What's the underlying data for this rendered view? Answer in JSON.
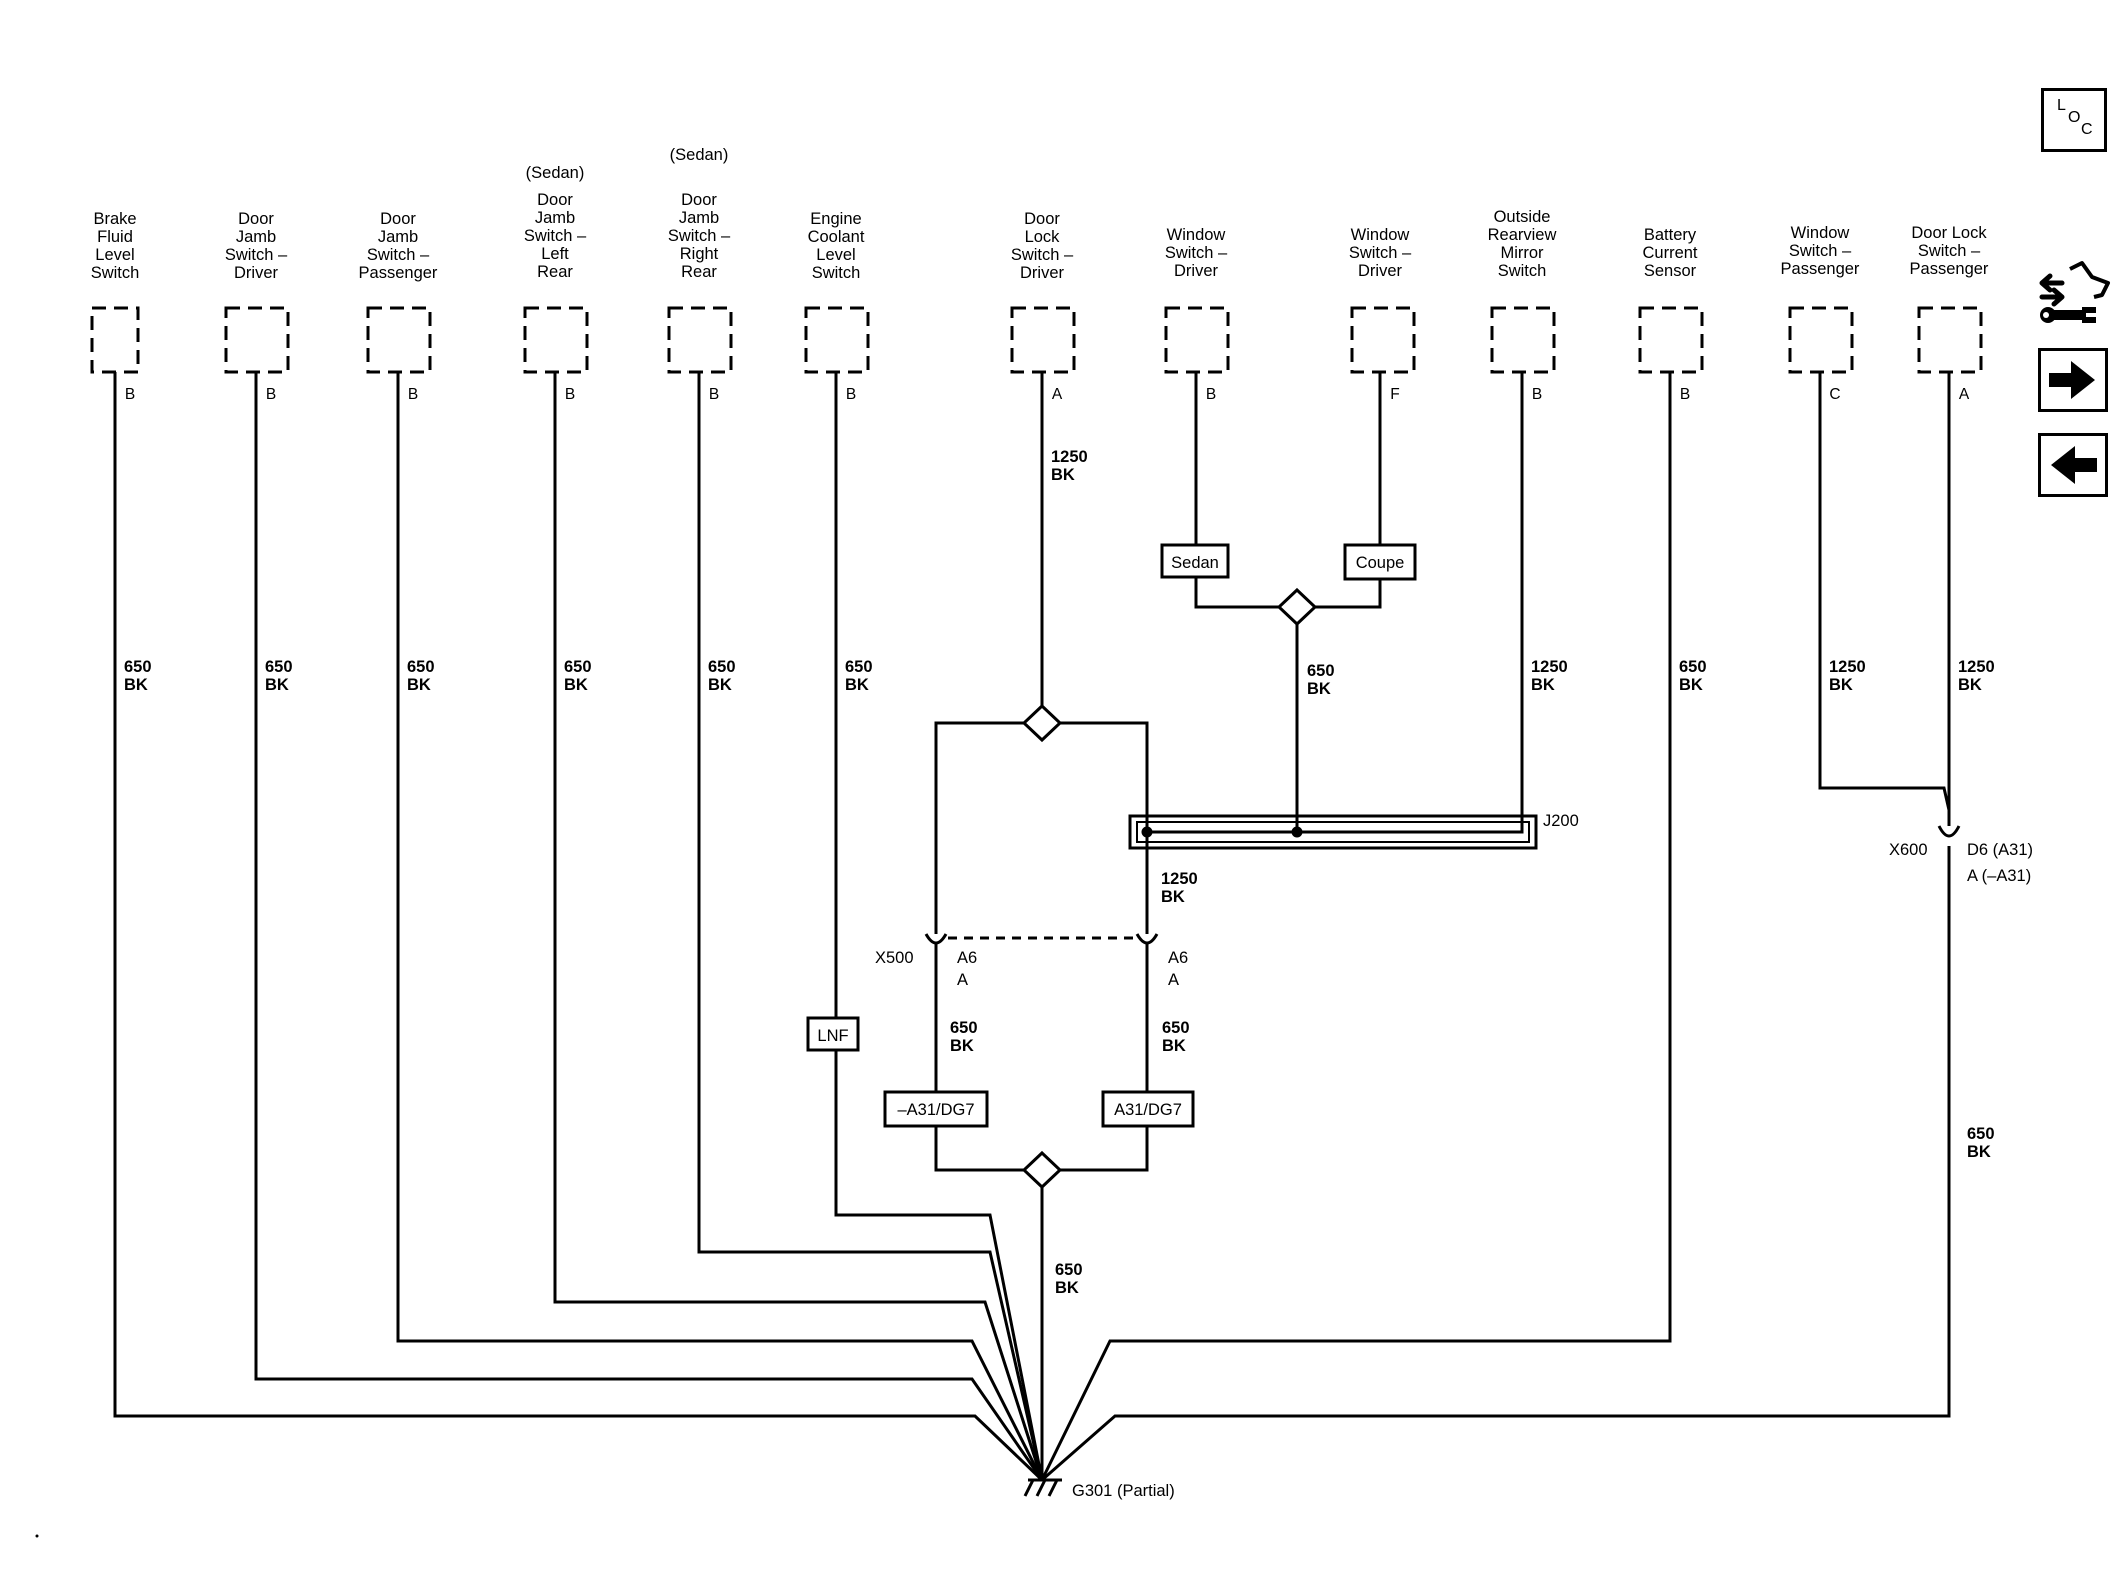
{
  "components": [
    {
      "id": "brake-fluid-level-switch",
      "lines": [
        "Brake",
        "Fluid",
        "Level",
        "Switch"
      ],
      "pin": "B",
      "wire": [
        "650",
        "BK"
      ],
      "note": ""
    },
    {
      "id": "door-jamb-switch-driver",
      "lines": [
        "Door",
        "Jamb",
        "Switch –",
        "Driver"
      ],
      "pin": "B",
      "wire": [
        "650",
        "BK"
      ],
      "note": ""
    },
    {
      "id": "door-jamb-switch-passenger",
      "lines": [
        "Door",
        "Jamb",
        "Switch –",
        "Passenger"
      ],
      "pin": "B",
      "wire": [
        "650",
        "BK"
      ],
      "note": ""
    },
    {
      "id": "door-jamb-switch-left-rear",
      "lines": [
        "Door",
        "Jamb",
        "Switch –",
        "Left",
        "Rear"
      ],
      "pin": "B",
      "wire": [
        "650",
        "BK"
      ],
      "note": "(Sedan)"
    },
    {
      "id": "door-jamb-switch-right-rear",
      "lines": [
        "Door",
        "Jamb",
        "Switch –",
        "Right",
        "Rear"
      ],
      "pin": "B",
      "wire": [
        "650",
        "BK"
      ],
      "note": "(Sedan)"
    },
    {
      "id": "engine-coolant-level-switch",
      "lines": [
        "Engine",
        "Coolant",
        "Level",
        "Switch"
      ],
      "pin": "B",
      "wire": [
        "650",
        "BK"
      ],
      "note": ""
    },
    {
      "id": "door-lock-switch-driver",
      "lines": [
        "Door",
        "Lock",
        "Switch –",
        "Driver"
      ],
      "pin": "A",
      "wire": [
        "1250",
        "BK"
      ],
      "note": ""
    },
    {
      "id": "window-switch-driver-sedan",
      "lines": [
        "Window",
        "Switch –",
        "Driver"
      ],
      "pin": "B",
      "wire": [],
      "note": ""
    },
    {
      "id": "window-switch-driver-coupe",
      "lines": [
        "Window",
        "Switch –",
        "Driver"
      ],
      "pin": "F",
      "wire": [],
      "note": ""
    },
    {
      "id": "outside-rearview-mirror-switch",
      "lines": [
        "Outside",
        "Rearview",
        "Mirror",
        "Switch"
      ],
      "pin": "B",
      "wire": [
        "1250",
        "BK"
      ],
      "note": ""
    },
    {
      "id": "battery-current-sensor",
      "lines": [
        "Battery",
        "Current",
        "Sensor"
      ],
      "pin": "B",
      "wire": [
        "650",
        "BK"
      ],
      "note": ""
    },
    {
      "id": "window-switch-passenger",
      "lines": [
        "Window",
        "Switch –",
        "Passenger"
      ],
      "pin": "C",
      "wire": [
        "1250",
        "BK"
      ],
      "note": ""
    },
    {
      "id": "door-lock-switch-passenger",
      "lines": [
        "Door Lock",
        "Switch –",
        "Passenger"
      ],
      "pin": "A",
      "wire": [
        "1250",
        "BK"
      ],
      "note": ""
    }
  ],
  "options": {
    "sedan": "Sedan",
    "coupe": "Coupe",
    "lnf": "LNF",
    "not_a31_dg7": "–A31/DG7",
    "a31_dg7": "A31/DG7"
  },
  "splices": {
    "j200": "J200"
  },
  "connectors": {
    "x500": {
      "name": "X500",
      "left_pin": "A6",
      "left_alt": "A",
      "right_pin": "A6",
      "right_alt": "A"
    },
    "x600": {
      "name": "X600",
      "pin1": "D6 (A31)",
      "pin2": "A (–A31)"
    }
  },
  "wires": {
    "window_splice": [
      "650",
      "BK"
    ],
    "j200_out": [
      "1250",
      "BK"
    ],
    "x500_left": [
      "650",
      "BK"
    ],
    "x500_right": [
      "650",
      "BK"
    ],
    "ground_main": [
      "650",
      "BK"
    ],
    "x600_out": [
      "650",
      "BK"
    ]
  },
  "ground": {
    "label": "G301 (Partial)"
  },
  "nav": {
    "loc_l": "L",
    "loc_o": "O",
    "loc_c": "C",
    "loc_icon": "loc-icon",
    "tools_icon": "wrench-connector-icon",
    "next_icon": "arrow-right-icon",
    "prev_icon": "arrow-left-icon"
  }
}
